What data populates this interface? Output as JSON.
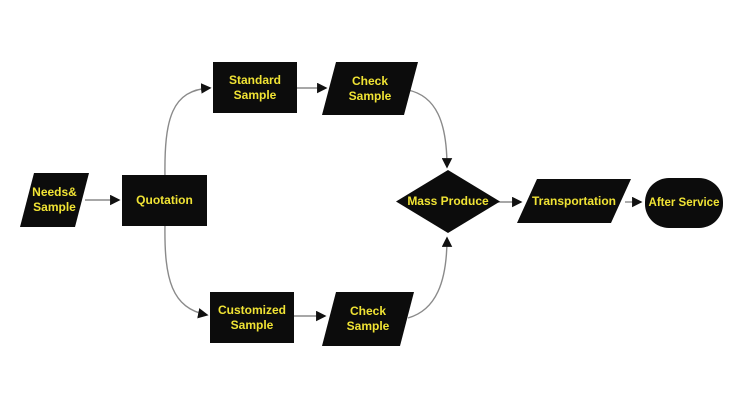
{
  "colors": {
    "background": "#ffffff",
    "node_fill": "#0c0c0c",
    "label_color": "#f0e334",
    "connector_color": "#8a8a8a",
    "arrowhead_color": "#111111"
  },
  "nodes": {
    "needs_sample": {
      "label": "Needs&\nSample",
      "shape": "parallelogram"
    },
    "quotation": {
      "label": "Quotation",
      "shape": "rectangle"
    },
    "standard_sample": {
      "label": "Standard\nSample",
      "shape": "rectangle"
    },
    "check_sample_top": {
      "label": "Check\nSample",
      "shape": "parallelogram"
    },
    "customized_sample": {
      "label": "Customized\nSample",
      "shape": "rectangle"
    },
    "check_sample_bottom": {
      "label": "Check\nSample",
      "shape": "parallelogram"
    },
    "mass_produce": {
      "label": "Mass Produce",
      "shape": "diamond"
    },
    "transportation": {
      "label": "Transportation",
      "shape": "parallelogram"
    },
    "after_service": {
      "label": "After Service",
      "shape": "rounded"
    }
  },
  "edges": [
    {
      "from": "needs_sample",
      "to": "quotation"
    },
    {
      "from": "quotation",
      "to": "standard_sample"
    },
    {
      "from": "standard_sample",
      "to": "check_sample_top"
    },
    {
      "from": "check_sample_top",
      "to": "mass_produce"
    },
    {
      "from": "quotation",
      "to": "customized_sample"
    },
    {
      "from": "customized_sample",
      "to": "check_sample_bottom"
    },
    {
      "from": "check_sample_bottom",
      "to": "mass_produce"
    },
    {
      "from": "mass_produce",
      "to": "transportation"
    },
    {
      "from": "transportation",
      "to": "after_service"
    }
  ]
}
